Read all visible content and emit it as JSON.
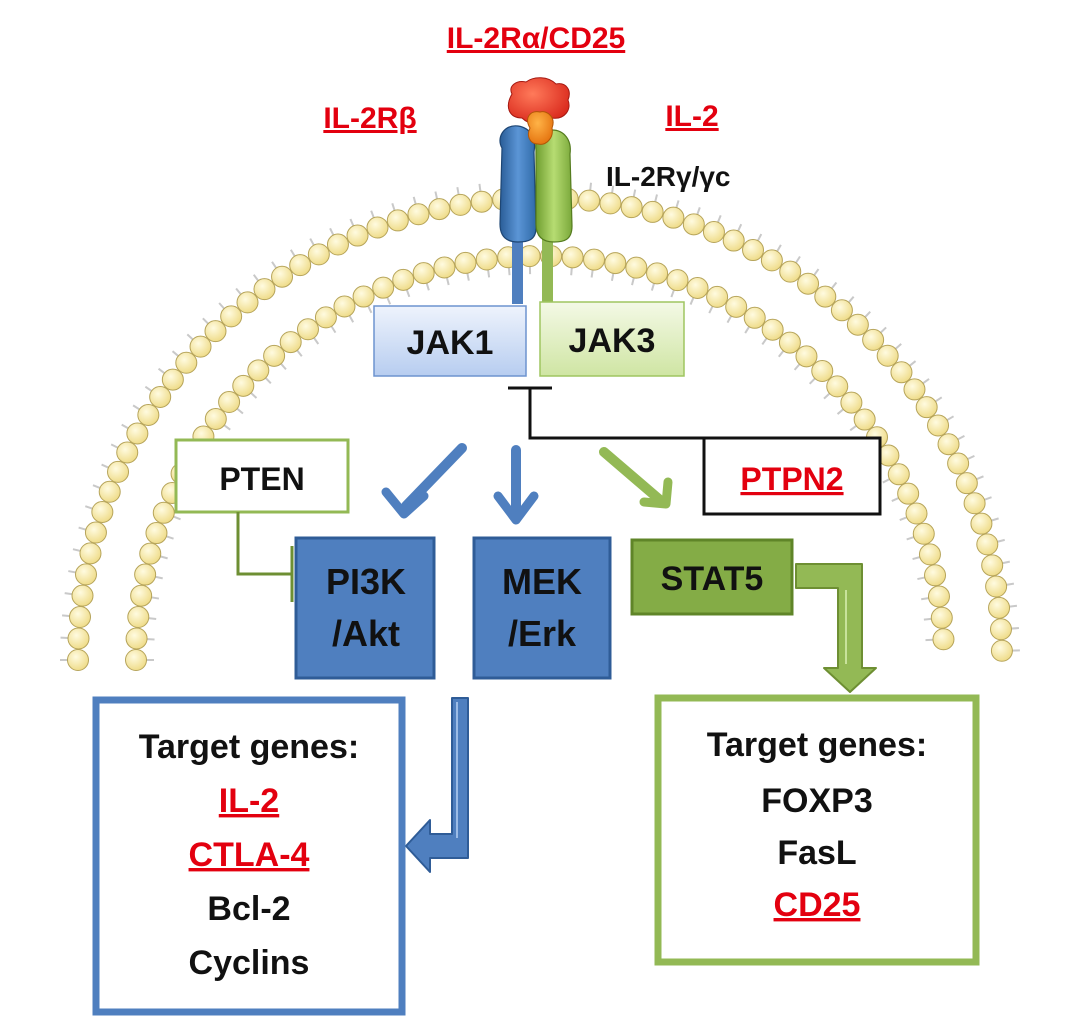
{
  "colors": {
    "highlight": "#e3000f",
    "text": "#111111",
    "blue": "#4f7fbf",
    "blue_dark": "#2f5c97",
    "green": "#93b955",
    "green_dark": "#6e8f33",
    "lipid_head": "#f6e9a3",
    "lipid_head_stroke": "#b6a45a"
  },
  "receptor": {
    "alpha_label": "IL-2Rα/CD25",
    "beta_label": "IL-2Rβ",
    "il2_label": "IL-2",
    "gamma_label": "IL-2Rγ/γc"
  },
  "kinases": {
    "jak1": "JAK1",
    "jak3": "JAK3"
  },
  "regulators": {
    "pten": "PTEN",
    "ptpn2": "PTPN2"
  },
  "pathways": {
    "pi3k_line1": "PI3K",
    "pi3k_line2": "/Akt",
    "mek_line1": "MEK",
    "mek_line2": "/Erk",
    "stat5": "STAT5"
  },
  "left_targets": {
    "title": "Target genes:",
    "genes": [
      "IL-2",
      "CTLA-4",
      "Bcl-2",
      "Cyclins"
    ],
    "highlighted": [
      true,
      true,
      false,
      false
    ]
  },
  "right_targets": {
    "title": "Target genes:",
    "genes": [
      "FOXP3",
      "FasL",
      "CD25"
    ],
    "highlighted": [
      false,
      false,
      true
    ]
  }
}
